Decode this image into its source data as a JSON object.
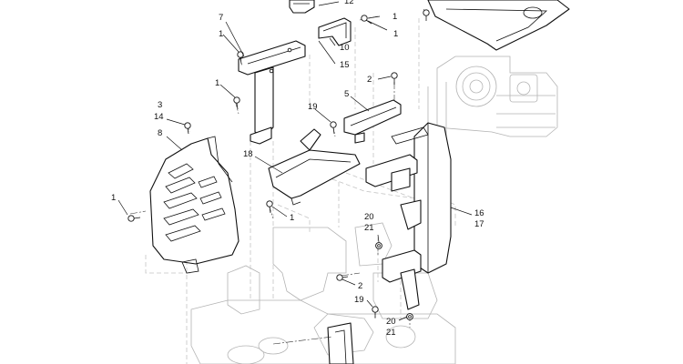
{
  "callouts": [
    {
      "id": "c12",
      "text": "12"
    },
    {
      "id": "c1a",
      "text": "1"
    },
    {
      "id": "c1b",
      "text": "1"
    },
    {
      "id": "c7",
      "text": "7"
    },
    {
      "id": "c1c",
      "text": "1"
    },
    {
      "id": "c10",
      "text": "10"
    },
    {
      "id": "c15",
      "text": "15"
    },
    {
      "id": "c2a",
      "text": "2"
    },
    {
      "id": "c1d",
      "text": "1"
    },
    {
      "id": "c5",
      "text": "5"
    },
    {
      "id": "c3",
      "text": "3"
    },
    {
      "id": "c14",
      "text": "14"
    },
    {
      "id": "c19a",
      "text": "19"
    },
    {
      "id": "c8",
      "text": "8"
    },
    {
      "id": "c18",
      "text": "18"
    },
    {
      "id": "c1e",
      "text": "1"
    },
    {
      "id": "c1f",
      "text": "1"
    },
    {
      "id": "c16",
      "text": "16"
    },
    {
      "id": "c17",
      "text": "17"
    },
    {
      "id": "c20a",
      "text": "20"
    },
    {
      "id": "c21a",
      "text": "21"
    },
    {
      "id": "c2b",
      "text": "2"
    },
    {
      "id": "c19b",
      "text": "19"
    },
    {
      "id": "c20b",
      "text": "20"
    },
    {
      "id": "c21b",
      "text": "21"
    }
  ]
}
